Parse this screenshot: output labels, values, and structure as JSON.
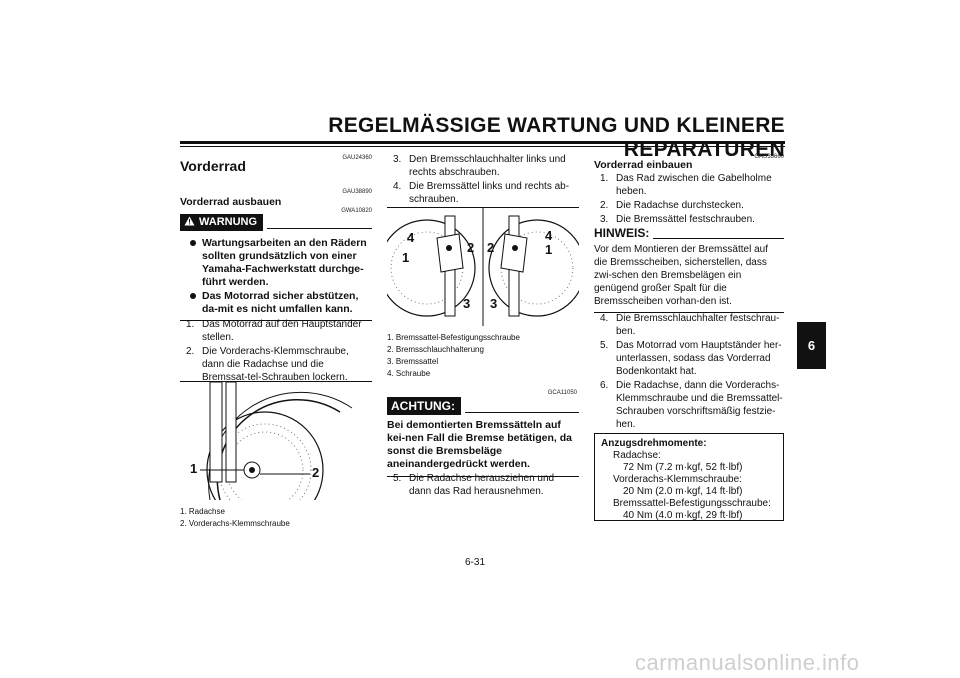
{
  "header": {
    "title": "REGELMÄSSIGE WARTUNG UND KLEINERE REPARATUREN"
  },
  "page": {
    "number": "6-31",
    "chapter_tab": "6",
    "watermark": "carmanualsonline.info"
  },
  "col1": {
    "code1": "GAU24360",
    "heading": "Vorderrad",
    "code2": "GAU38890",
    "subheading": "Vorderrad ausbauen",
    "code3": "GWA10820",
    "warning_label": "WARNUNG",
    "warnings": [
      "Wartungsarbeiten an den Rädern sollten grundsätzlich von einer Yamaha-Fachwerkstatt durchge-führt werden.",
      "Das Motorrad sicher abstützen, da-mit es nicht umfallen kann."
    ],
    "steps": [
      {
        "n": "1.",
        "text": "Das Motorrad auf den Hauptständer stellen."
      },
      {
        "n": "2.",
        "text": "Die Vorderachs-Klemmschraube, dann die Radachse und die Bremssat-tel-Schrauben lockern."
      }
    ],
    "figure_labels": [
      "1",
      "2"
    ],
    "captions": [
      "1.  Radachse",
      "2.  Vorderachs-Klemmschraube"
    ]
  },
  "col2": {
    "steps": [
      {
        "n": "3.",
        "text": "Den Bremsschlauchhalter links und rechts abschrauben."
      },
      {
        "n": "4.",
        "text": "Die Bremssättel links und rechts ab-schrauben."
      }
    ],
    "figure_labels": [
      "4",
      "1",
      "2",
      "2",
      "4",
      "1",
      "3",
      "3"
    ],
    "captions": [
      "1.  Bremssattel-Befestigungsschraube",
      "2.  Bremsschlauchhalterung",
      "3.  Bremssattel",
      "4.  Schraube"
    ],
    "code": "GCA11050",
    "caution_label": "ACHTUNG:",
    "caution_text": "Bei demontierten Bremssätteln auf kei-nen Fall die Bremse betätigen, da sonst die Bremsbeläge aneinandergedrückt werden.",
    "steps2": [
      {
        "n": "5.",
        "text": "Die Radachse herausziehen und dann das Rad herausnehmen."
      }
    ]
  },
  "col3": {
    "code": "GAU33660",
    "subheading": "Vorderrad einbauen",
    "steps": [
      {
        "n": "1.",
        "text": "Das Rad zwischen die Gabelholme heben."
      },
      {
        "n": "2.",
        "text": "Die Radachse durchstecken."
      },
      {
        "n": "3.",
        "text": "Die Bremssättel festschrauben."
      }
    ],
    "note_label": "HINWEIS:",
    "note_text": "Vor dem Montieren der Bremssättel auf die Bremsscheiben, sicherstellen, dass zwi-schen den Bremsbelägen ein genügend großer Spalt für die Bremsscheiben vorhan-den ist.",
    "steps2": [
      {
        "n": "4.",
        "text": "Die Bremsschlauchhalter festschrau-ben."
      },
      {
        "n": "5.",
        "text": "Das Motorrad vom Hauptständer her-unterlassen, sodass das Vorderrad Bodenkontakt hat."
      },
      {
        "n": "6.",
        "text": "Die Radachse, dann die Vorderachs-Klemmschraube und die Bremssattel-Schrauben vorschriftsmäßig festzie-hen."
      }
    ],
    "torque": {
      "title": "Anzugsdrehmomente:",
      "items": [
        {
          "label": "Radachse:",
          "value": "72 Nm (7.2 m·kgf, 52 ft·lbf)"
        },
        {
          "label": "Vorderachs-Klemmschraube:",
          "value": "20 Nm (2.0 m·kgf, 14 ft·lbf)"
        },
        {
          "label": "Bremssattel-Befestigungsschraube:",
          "value": "40 Nm (4.0 m·kgf, 29 ft·lbf)"
        }
      ]
    }
  }
}
